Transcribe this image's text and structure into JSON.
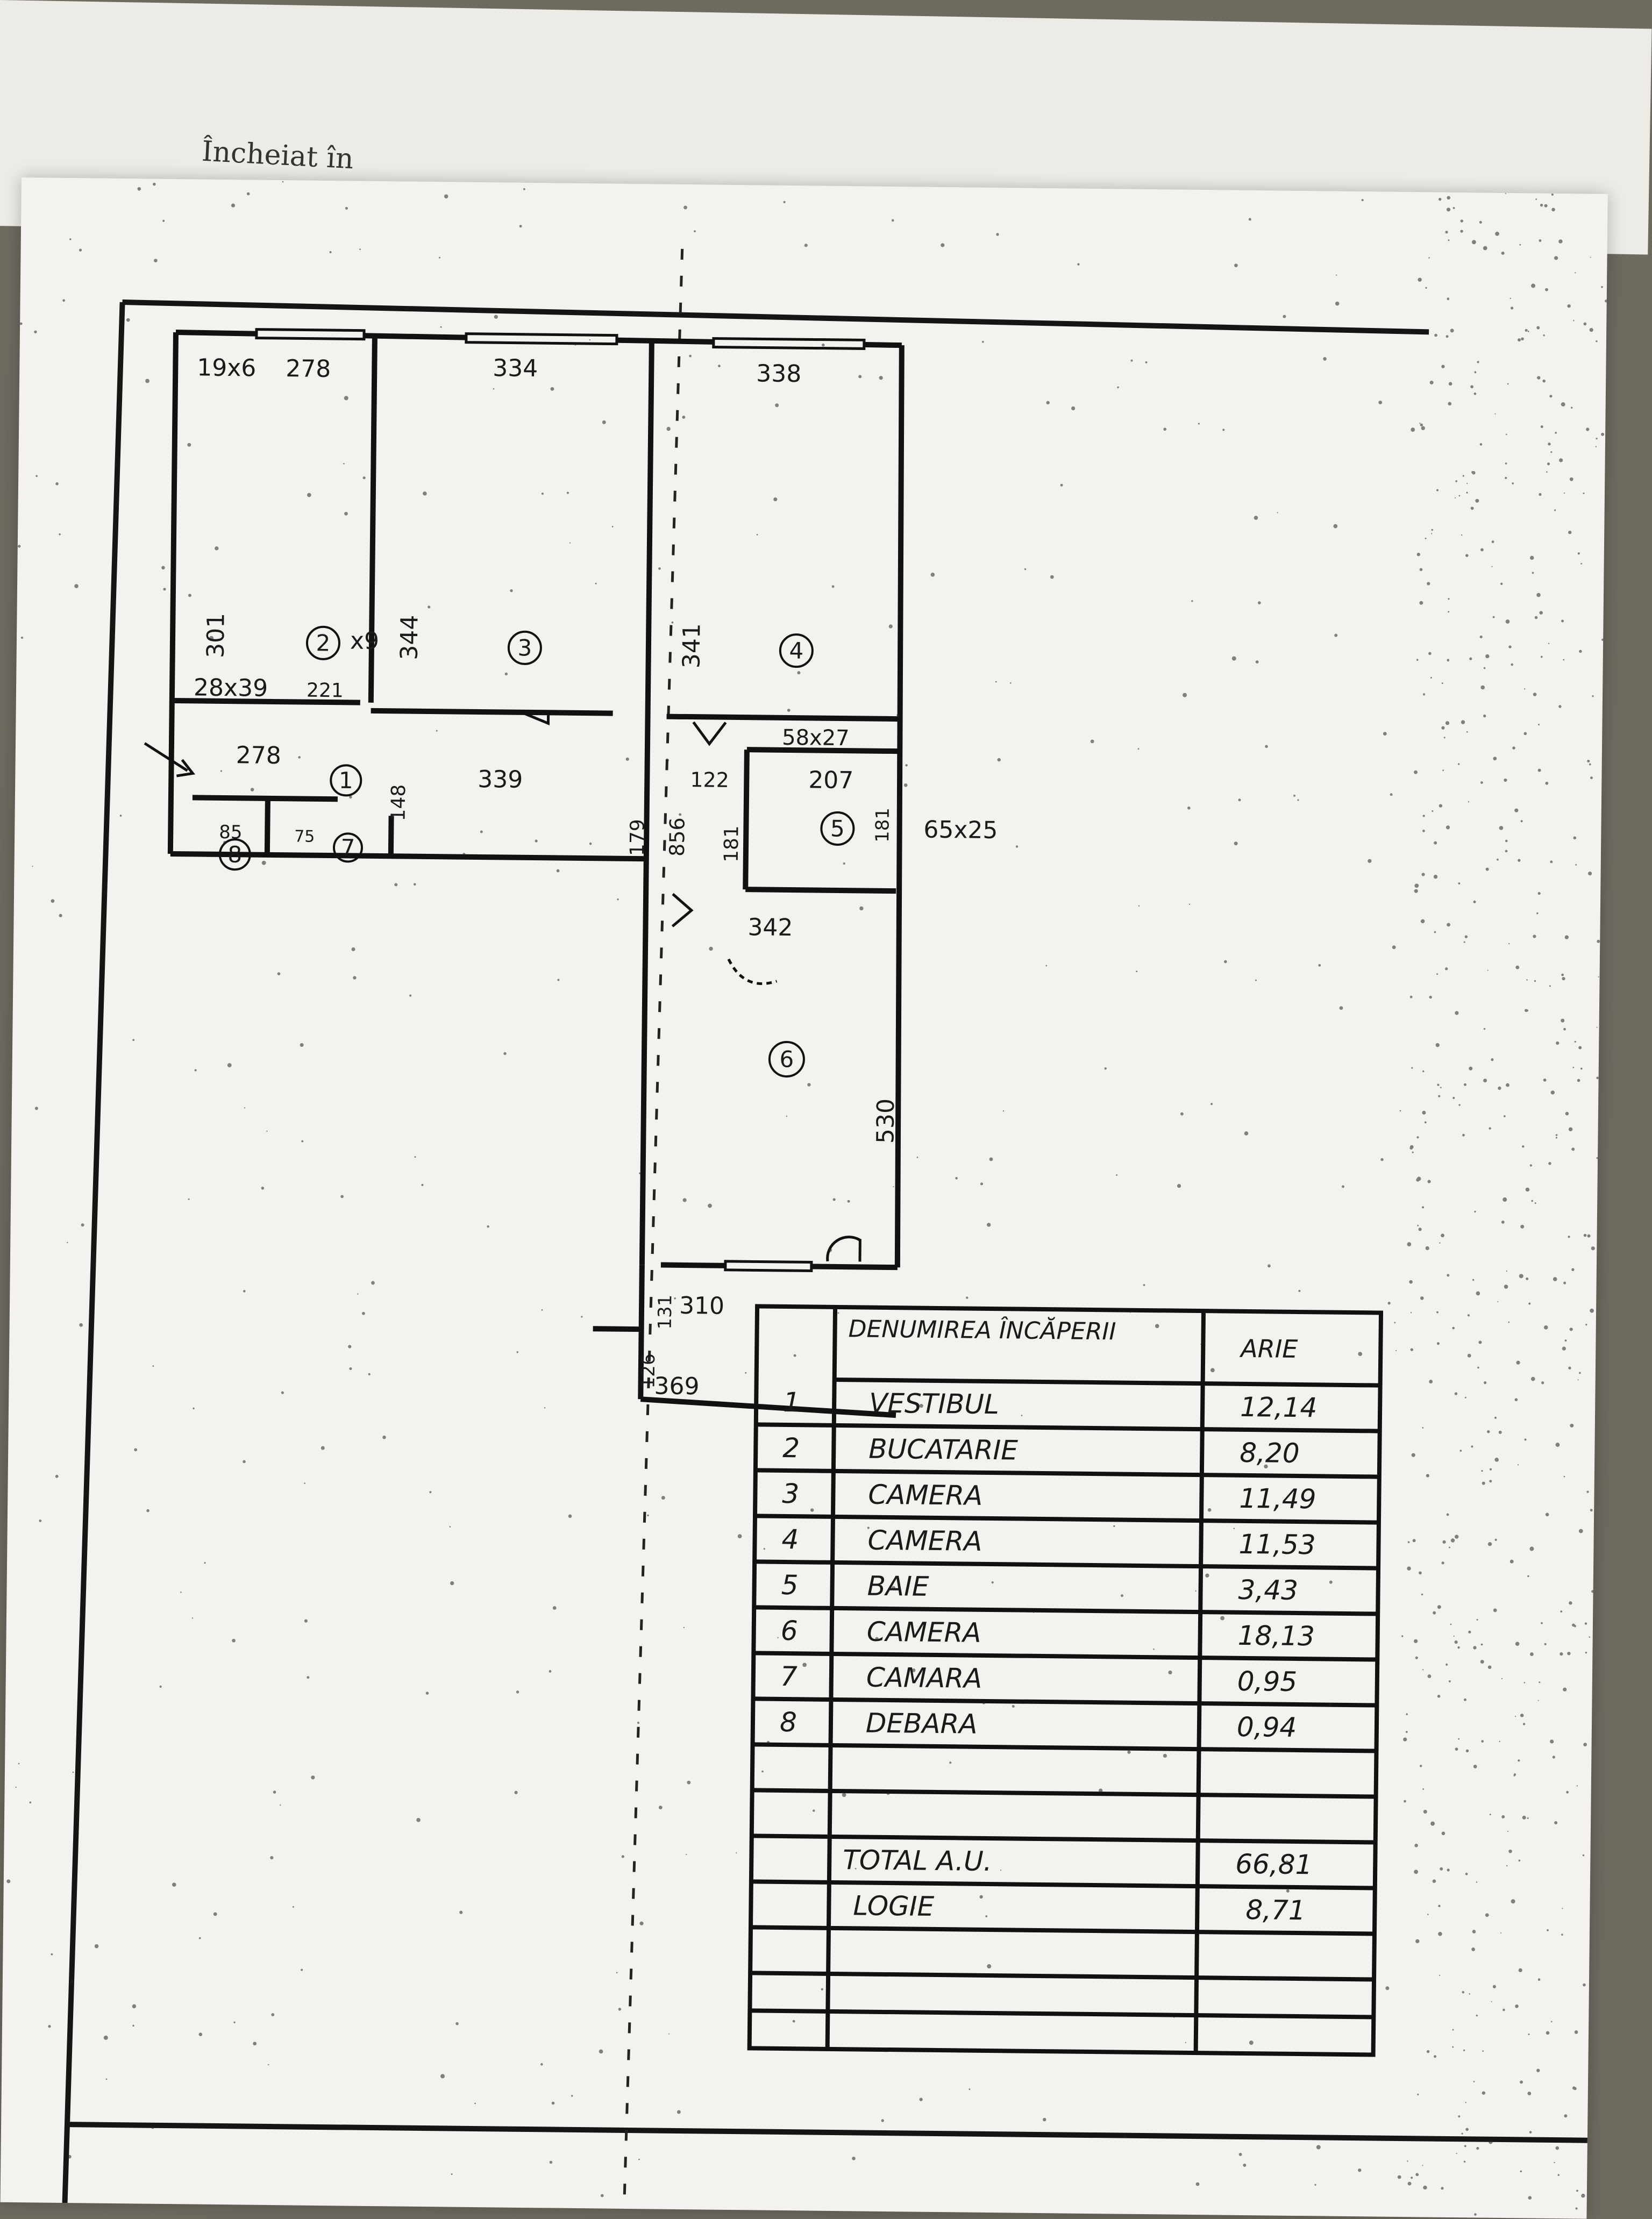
{
  "header": {
    "back_text": "Încheiat în"
  },
  "rooms": [
    {
      "num": "1"
    },
    {
      "num": "2"
    },
    {
      "num": "3"
    },
    {
      "num": "4"
    },
    {
      "num": "5"
    },
    {
      "num": "6"
    },
    {
      "num": "7"
    },
    {
      "num": "8"
    }
  ],
  "dimensions": {
    "d_19x6": "19x6",
    "d_278a": "278",
    "d_334": "334",
    "d_338": "338",
    "d_301": "301",
    "d_344": "344",
    "d_341": "341",
    "d_x9": "x9",
    "d_28x39": "28x39",
    "d_221": "221",
    "d_58x27": "58x27",
    "d_278b": "278",
    "d_339": "339",
    "d_122": "122",
    "d_207": "207",
    "d_148": "148",
    "d_179": "179",
    "d_856": "856",
    "d_181a": "181",
    "d_181b": "181",
    "d_65x25": "65x25",
    "d_342": "342",
    "d_530": "530",
    "d_131": "131",
    "d_310": "310",
    "d_126": "126",
    "d_369": "369",
    "d_85": "85",
    "d_75": "75"
  },
  "table": {
    "header_name": "DENUMIREA ÎNCĂPERII",
    "header_area": "ARIE",
    "rows": [
      {
        "num": "1",
        "name": "VESTIBUL",
        "area": "12,14"
      },
      {
        "num": "2",
        "name": "BUCATARIE",
        "area": "8,20"
      },
      {
        "num": "3",
        "name": "CAMERA",
        "area": "11,49"
      },
      {
        "num": "4",
        "name": "CAMERA",
        "area": "11,53"
      },
      {
        "num": "5",
        "name": "BAIE",
        "area": "3,43"
      },
      {
        "num": "6",
        "name": "CAMERA",
        "area": "18,13"
      },
      {
        "num": "7",
        "name": "CAMARA",
        "area": "0,95"
      },
      {
        "num": "8",
        "name": "DEBARA",
        "area": "0,94"
      }
    ],
    "total_label": "TOTAL A.U.",
    "total_area": "66,81",
    "logia_label": "LOGIE",
    "logia_area": "8,71"
  }
}
